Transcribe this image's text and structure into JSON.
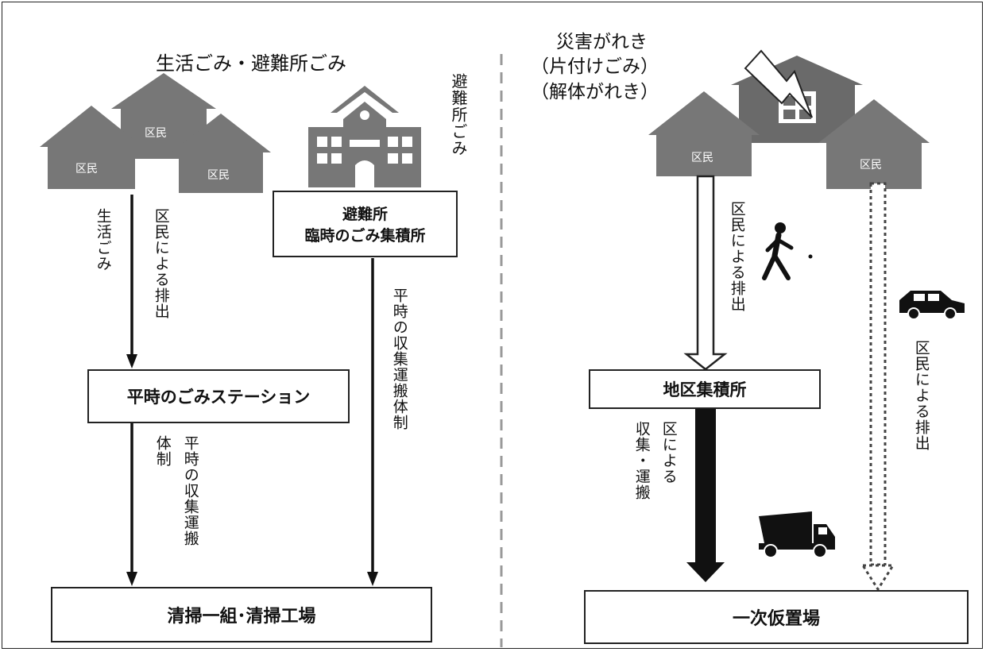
{
  "left": {
    "heading": "生活ごみ・避難所ごみ",
    "house_labels": [
      "区民",
      "区民",
      "区民"
    ],
    "shelter_label": "避難所ごみ",
    "label_seikatsu": "生活ごみ",
    "label_kumin_haishutsu": "区民による排出",
    "shelter_box": {
      "line1": "避難所",
      "line2": "臨時のごみ集積所"
    },
    "station_box": "平時のごみステーション",
    "station_flow_label": {
      "col1": "平時の収集運搬",
      "col2": "体制"
    },
    "shelter_flow_label": "平時の収集運搬体制",
    "plant_box": "清掃一組･清掃工場"
  },
  "right": {
    "heading": {
      "line1": "災害がれき",
      "line2": "（片付けごみ）",
      "line3": "（解体がれき）"
    },
    "house_labels": [
      "区民",
      "区民"
    ],
    "label_walk": "区民による排出",
    "label_car": "区民による排出",
    "district_box": "地区集積所",
    "truck_label": {
      "col1": "区による",
      "col2": "収集・運搬"
    },
    "temp_site_box": "一次仮置場"
  },
  "colors": {
    "house": "#777777",
    "house_dark": "#6a6a6a",
    "line": "#111111",
    "divider": "#999999"
  },
  "icons": [
    "house-icon",
    "school-building-icon",
    "lightning-icon",
    "walking-person-icon",
    "car-icon",
    "dump-truck-icon"
  ]
}
